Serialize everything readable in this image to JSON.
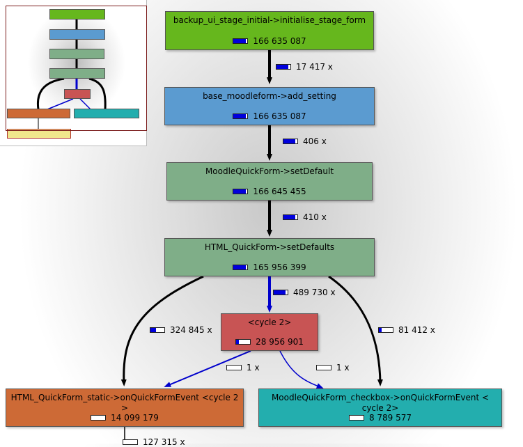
{
  "nodes": [
    {
      "id": "n1",
      "label": "backup_ui_stage_initial->initialise_stage_form",
      "value": "166 635 087",
      "color": "#66b71d",
      "fill": 0.9
    },
    {
      "id": "n2",
      "label": "base_moodleform->add_setting",
      "value": "166 635 087",
      "color": "#5b9bd0",
      "fill": 0.9
    },
    {
      "id": "n3",
      "label": "MoodleQuickForm->setDefault",
      "value": "166 645 455",
      "color": "#7fae88",
      "fill": 0.9
    },
    {
      "id": "n4",
      "label": "HTML_QuickForm->setDefaults",
      "value": "165 956 399",
      "color": "#7fae88",
      "fill": 0.9
    },
    {
      "id": "n5",
      "label": "<cycle 2>",
      "value": "28 956 901",
      "color": "#c85454",
      "fill": 0.18
    },
    {
      "id": "n6",
      "label": "HTML_QuickForm_static->onQuickFormEvent <cycle 2 >",
      "value": "14 099 179",
      "color": "#cd6a36",
      "fill": 0.0
    },
    {
      "id": "n7",
      "label": "MoodleQuickForm_checkbox->onQuickFormEvent < cycle 2>",
      "value": "8 789 577",
      "color": "#23aeae",
      "fill": 0.0
    }
  ],
  "edges": [
    {
      "id": "e1",
      "calls": "17 417 x",
      "fill": 0.85
    },
    {
      "id": "e2",
      "calls": "406 x",
      "fill": 0.85
    },
    {
      "id": "e3",
      "calls": "410 x",
      "fill": 0.85
    },
    {
      "id": "e4",
      "calls": "489 730 x",
      "fill": 0.85
    },
    {
      "id": "e5",
      "calls": "324 845 x",
      "fill": 0.4
    },
    {
      "id": "e6",
      "calls": "81 412 x",
      "fill": 0.2
    },
    {
      "id": "e7",
      "calls": "1 x",
      "fill": 0.0
    },
    {
      "id": "e8",
      "calls": "1 x",
      "fill": 0.0
    },
    {
      "id": "e9",
      "calls": "127 315 x",
      "fill": 0.0
    }
  ]
}
